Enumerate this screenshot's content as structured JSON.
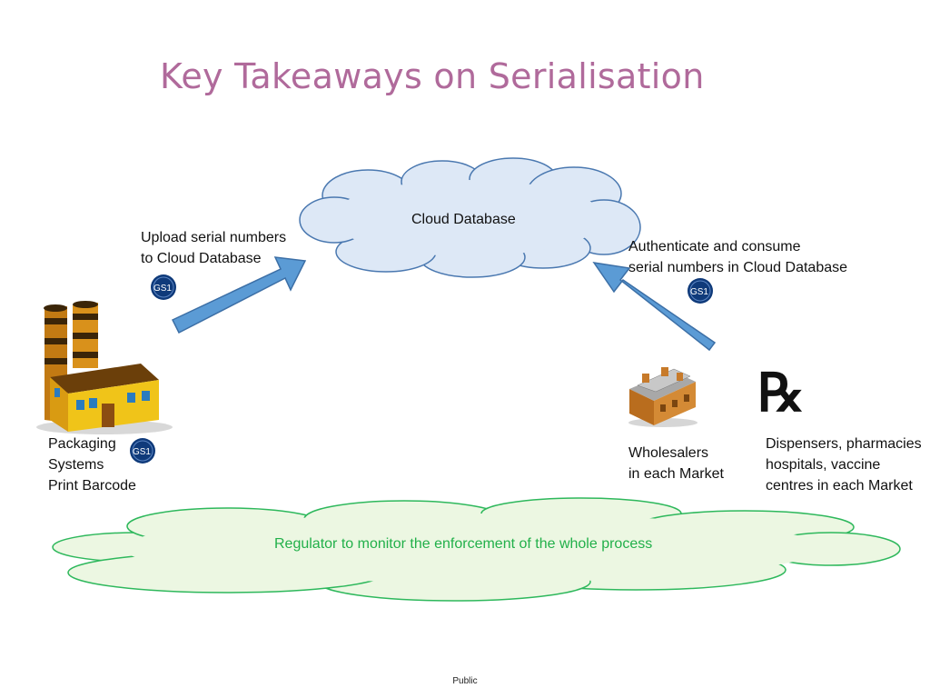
{
  "title": "Key Takeaways on Serialisation",
  "cloud_database_label": "Cloud Database",
  "upload": {
    "line1": "Upload serial numbers",
    "line2": "to Cloud Database"
  },
  "authenticate": {
    "line1": "Authenticate and consume",
    "line2": "serial numbers in Cloud Database"
  },
  "packaging": {
    "line1": "Packaging",
    "line2": "Systems",
    "line3": "Print Barcode"
  },
  "wholesalers": {
    "line1": "Wholesalers",
    "line2": "in each Market"
  },
  "dispensers": {
    "line1": "Dispensers, pharmacies",
    "line2": "hospitals, vaccine",
    "line3": "centres in each Market"
  },
  "regulator": "Regulator to monitor the enforcement of the whole process",
  "gs1_logo_text": "GS1",
  "rx_symbol": "℞",
  "footer": "Public",
  "colors": {
    "title": "#b06a9b",
    "cloud_fill": "#dde8f6",
    "cloud_stroke": "#4a78b0",
    "arrow": "#5b9bd5",
    "regulator_fill": "#ecf7e2",
    "regulator_stroke": "#2eb85c",
    "regulator_text": "#22b04a"
  }
}
